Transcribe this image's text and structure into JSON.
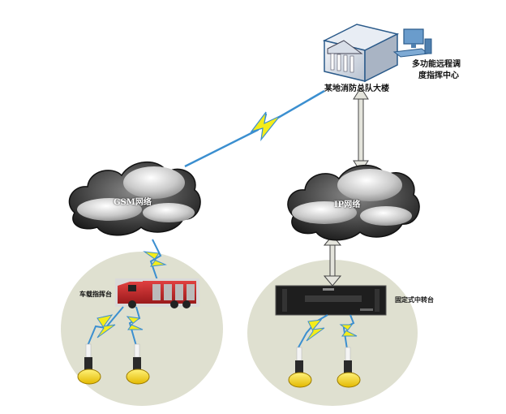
{
  "diagram": {
    "nodes": {
      "hq_building": {
        "label": "某地消防总队大楼",
        "icon": "building-icon"
      },
      "dispatch_center": {
        "label_line1": "多功能远程调",
        "label_line2": "度指挥中心",
        "icon": "computer-workstation-icon"
      },
      "gsm_network": {
        "label": "GSM网络",
        "icon": "cloud-icon"
      },
      "ip_network": {
        "label": "IP网络",
        "icon": "cloud-icon"
      },
      "vehicle_console": {
        "label": "车载指挥台",
        "icon": "fire-truck-icon"
      },
      "fixed_relay": {
        "label": "固定式中转台",
        "icon": "rack-relay-icon"
      },
      "radios_left": {
        "count": 2,
        "icon": "handheld-radio-icon"
      },
      "radios_right": {
        "count": 2,
        "icon": "handheld-radio-icon"
      }
    },
    "edges": [
      {
        "from": "hq_building",
        "to": "gsm_network",
        "type": "wireless-lightning"
      },
      {
        "from": "hq_building",
        "to": "ip_network",
        "type": "bidirectional-arrow"
      },
      {
        "from": "gsm_network",
        "to": "vehicle_console",
        "type": "wireless-lightning"
      },
      {
        "from": "ip_network",
        "to": "fixed_relay",
        "type": "bidirectional-arrow"
      },
      {
        "from": "vehicle_console",
        "to": "radios_left",
        "type": "wireless-lightning"
      },
      {
        "from": "fixed_relay",
        "to": "radios_right",
        "type": "wireless-lightning"
      }
    ],
    "colors": {
      "zone_fill": "#dfe0d0",
      "lightning_fill": "#f4ec1a",
      "lightning_stroke": "#3b8fd0",
      "arrow_fill": "#e4e4dc",
      "cloud_dark": "#2b2b2b",
      "cloud_light": "#d8d8d8",
      "truck_red": "#c8262a",
      "radio_yellow": "#f2d21a"
    }
  }
}
